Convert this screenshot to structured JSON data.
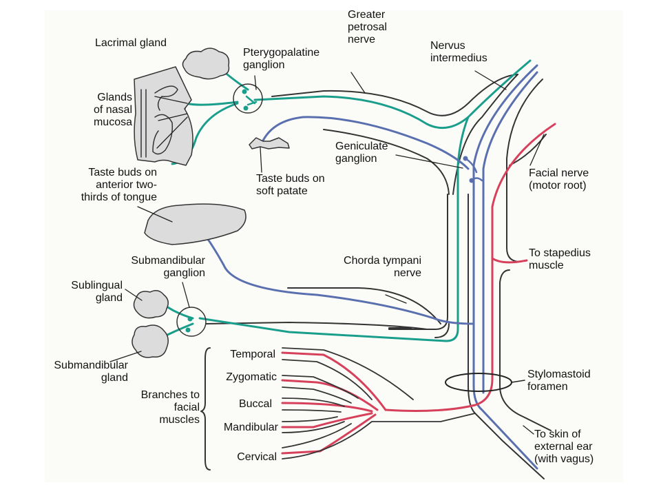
{
  "colors": {
    "parasympathetic": "#1a9e8c",
    "sensory": "#5a6fae",
    "motor": "#d6405a",
    "outline": "#333333",
    "gland_fill": "#dcdcdc",
    "panel": "#fbfbf8"
  },
  "labels": {
    "lacrimal_gland": "Lacrimal gland",
    "pterygopalatine": [
      "Pterygopalatine",
      "ganglion"
    ],
    "greater_petrosal": [
      "Greater",
      "petrosal",
      "nerve"
    ],
    "nervus_intermedius": [
      "Nervus",
      "intermedius"
    ],
    "nasal_glands": [
      "Glands",
      "of nasal",
      "mucosa"
    ],
    "geniculate": [
      "Geniculate",
      "ganglion"
    ],
    "taste_soft": [
      "Taste buds on",
      "soft patate"
    ],
    "taste_tongue": [
      "Taste buds on",
      "anterior two-",
      "thirds of tongue"
    ],
    "facial_motor": [
      "Facial nerve",
      "(motor root)"
    ],
    "stapedius": [
      "To stapedius",
      "muscle"
    ],
    "submandibular_ganglion": [
      "Submandibular",
      "ganglion"
    ],
    "chorda": [
      "Chorda tympani",
      "nerve"
    ],
    "sublingual": [
      "Sublingual",
      "gland"
    ],
    "submandibular_gland": [
      "Submandibular",
      "gland"
    ],
    "temporal": "Temporal",
    "zygomatic": "Zygomatic",
    "buccal": "Buccal",
    "mandibular": "Mandibular",
    "cervical": "Cervical",
    "branches": [
      "Branches to",
      "facial",
      "muscles"
    ],
    "stylomastoid": [
      "Stylomastoid",
      "foramen"
    ],
    "skin_ear": [
      "To skin of",
      "external ear",
      "(with vagus)"
    ]
  }
}
